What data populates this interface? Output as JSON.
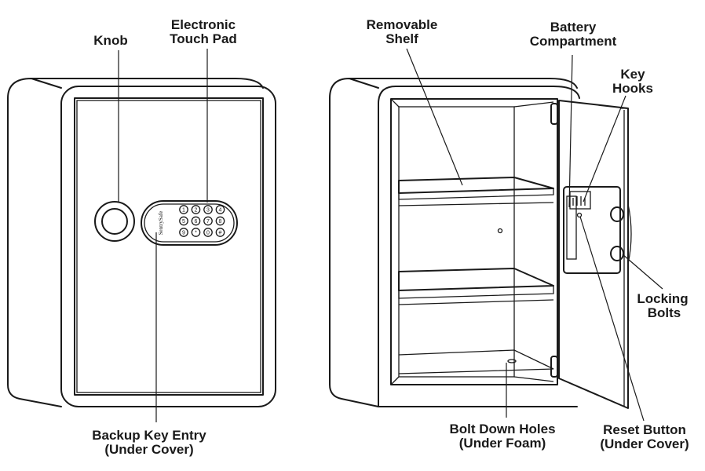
{
  "labels": {
    "knob": "Knob",
    "touch_pad_1": "Electronic",
    "touch_pad_2": "Touch Pad",
    "backup_1": "Backup Key Entry",
    "backup_2": "(Under Cover)",
    "shelf_1": "Removable",
    "shelf_2": "Shelf",
    "battery_1": "Battery",
    "battery_2": "Compartment",
    "hooks_1": "Key",
    "hooks_2": "Hooks",
    "bolts_1": "Locking",
    "bolts_2": "Bolts",
    "bolt_holes_1": "Bolt Down Holes",
    "bolt_holes_2": "(Under Foam)",
    "reset_1": "Reset Button",
    "reset_2": "(Under Cover)"
  },
  "keypad": {
    "brand": "SentrySafe",
    "keys": [
      "1",
      "2",
      "3",
      "4",
      "5",
      "6",
      "7",
      "8",
      "9",
      "*",
      "0",
      "#"
    ]
  },
  "colors": {
    "line": "#1a1a1a",
    "background": "#ffffff"
  }
}
